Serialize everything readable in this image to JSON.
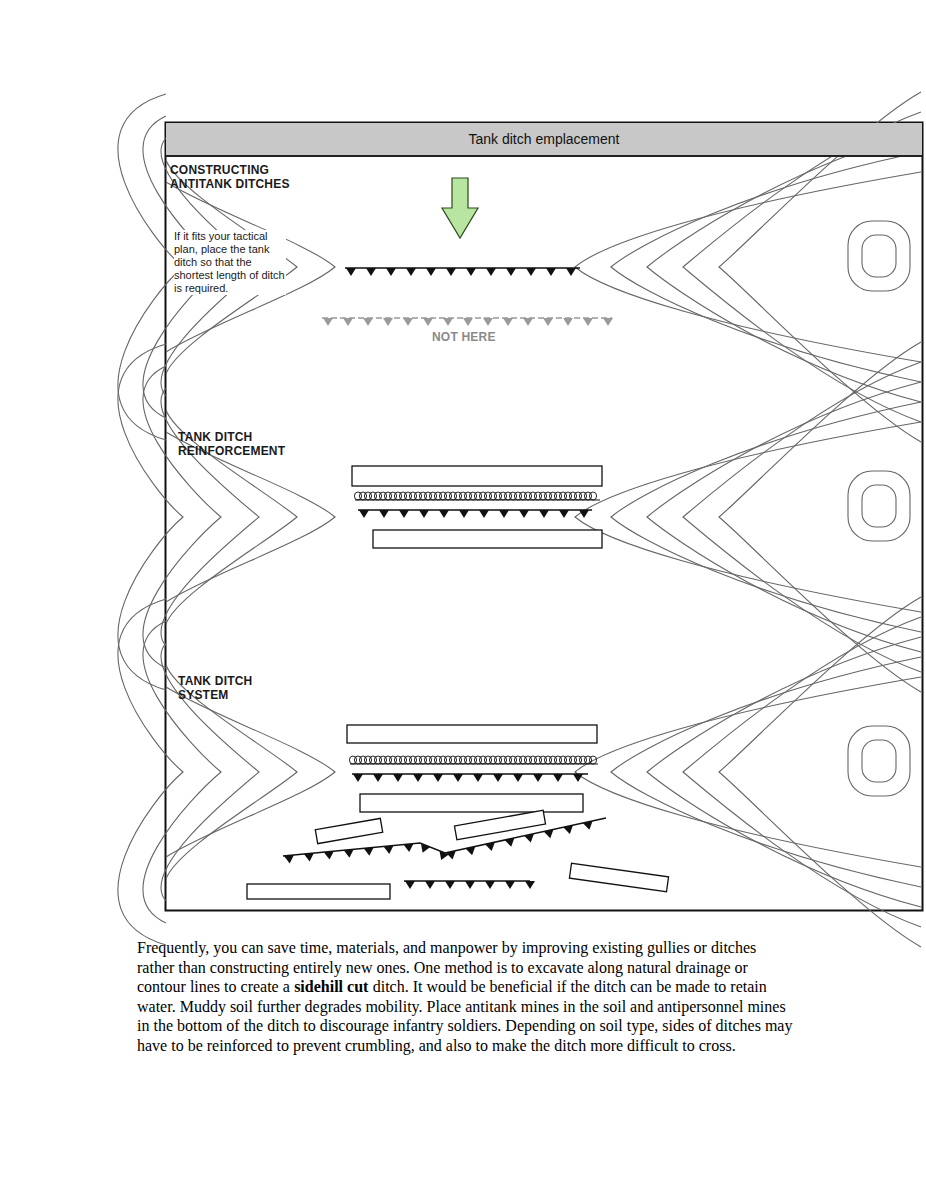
{
  "diagram": {
    "title": "Tank ditch emplacement",
    "labels": [
      "CONSTRUCTING ANTITANK DITCHES",
      "If it fits your tactical plan, place the tank ditch so that the shortest length of ditch is required.",
      "NOT HERE",
      "TANK DITCH REINFORCEMENT",
      "TANK DITCH SYSTEM",
      "Frequently, you can save time, materials, and manpower by improving existing gullies or ditches rather than constructing entirely new ones. One method is to excavate along natural drainage or contour lines to create a",
      "sidehill cut",
      "ditch. It would be beneficial if the ditch can be made to retain water. Muddy soil further degrades mobility. Place antitank mines in the soil and antipersonnel mines in the bottom of the ditch to discourage infantry soldiers. Depending on soil type, sides of ditches may have to be reinforced to prevent crumbling, and also to make the ditch more difficult to cross."
    ]
  }
}
